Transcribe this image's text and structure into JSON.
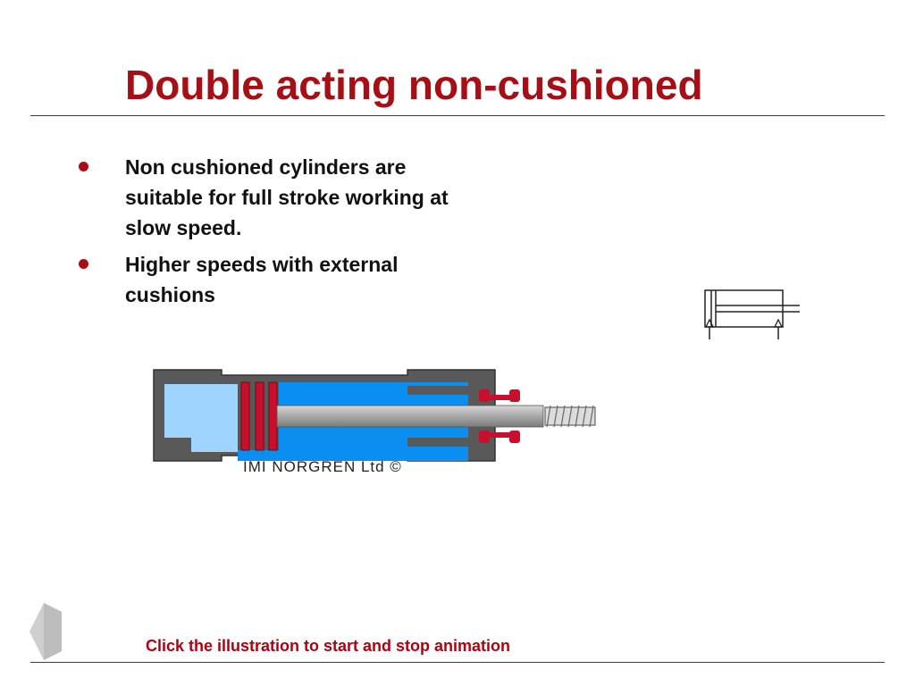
{
  "slide": {
    "title": "Double acting non-cushioned",
    "bullets": [
      {
        "text": "Non cushioned cylinders are suitable for full stroke working at slow speed."
      },
      {
        "text": "Higher speeds with external cushions"
      }
    ],
    "illustration_credit": "IMI NORGREN Ltd ©",
    "hint": "Click the illustration to start and stop animation"
  },
  "icons": {
    "back": "back-arrow-icon",
    "bullet": "bullet-dot-icon",
    "symbol": "double-acting-cylinder-symbol-icon"
  },
  "colors": {
    "accent": "#a50f15",
    "cylinder_body": "#595959",
    "chamber_fluid": "#0a8ff0",
    "piston_seal": "#c8102e",
    "exhaust_side": "#9fd4ff",
    "rod": "#b0b0b0"
  }
}
